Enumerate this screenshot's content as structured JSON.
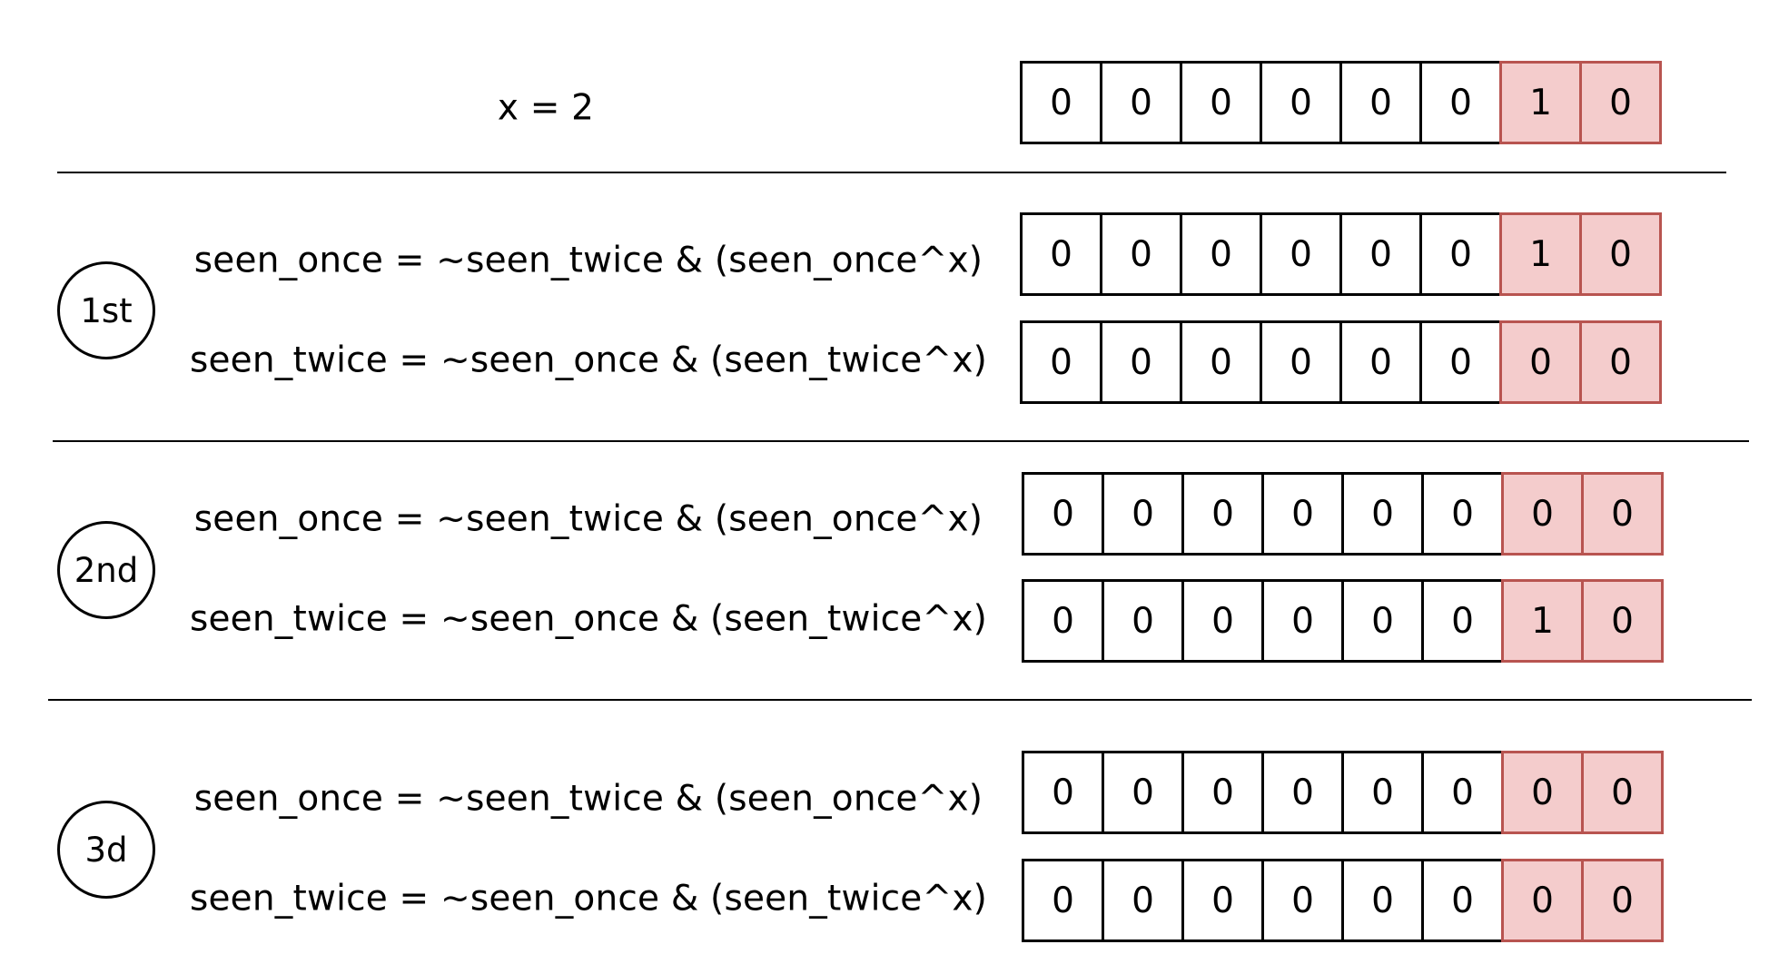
{
  "x_label": "x = 2",
  "x_bits": [
    "0",
    "0",
    "0",
    "0",
    "0",
    "0",
    "1",
    "0"
  ],
  "highlight_color": "#f4cccc",
  "highlight_border": "#b85450",
  "steps": [
    {
      "badge": "1st",
      "rows": [
        {
          "formula": "seen_once = ~seen_twice & (seen_once^x)",
          "bits": [
            "0",
            "0",
            "0",
            "0",
            "0",
            "0",
            "1",
            "0"
          ]
        },
        {
          "formula": "seen_twice = ~seen_once & (seen_twice^x)",
          "bits": [
            "0",
            "0",
            "0",
            "0",
            "0",
            "0",
            "0",
            "0"
          ]
        }
      ]
    },
    {
      "badge": "2nd",
      "rows": [
        {
          "formula": "seen_once = ~seen_twice & (seen_once^x)",
          "bits": [
            "0",
            "0",
            "0",
            "0",
            "0",
            "0",
            "0",
            "0"
          ]
        },
        {
          "formula": "seen_twice = ~seen_once & (seen_twice^x)",
          "bits": [
            "0",
            "0",
            "0",
            "0",
            "0",
            "0",
            "1",
            "0"
          ]
        }
      ]
    },
    {
      "badge": "3d",
      "rows": [
        {
          "formula": "seen_once = ~seen_twice & (seen_once^x)",
          "bits": [
            "0",
            "0",
            "0",
            "0",
            "0",
            "0",
            "0",
            "0"
          ]
        },
        {
          "formula": "seen_twice = ~seen_once & (seen_twice^x)",
          "bits": [
            "0",
            "0",
            "0",
            "0",
            "0",
            "0",
            "0",
            "0"
          ]
        }
      ]
    }
  ]
}
